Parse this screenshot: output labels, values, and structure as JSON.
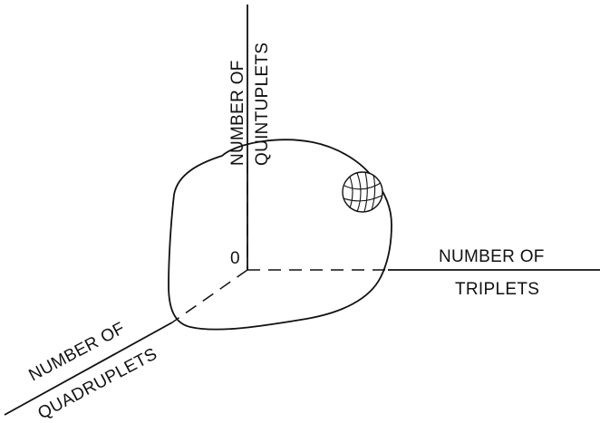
{
  "diagram": {
    "origin_label": "0",
    "vertical_axis": {
      "line1": "NUMBER OF",
      "line2": "QUINTUPLETS"
    },
    "horizontal_axis": {
      "line1": "NUMBER OF",
      "line2": "TRIPLETS"
    },
    "diagonal_axis": {
      "line1": "NUMBER OF",
      "line2": "QUADRUPLETS"
    }
  }
}
